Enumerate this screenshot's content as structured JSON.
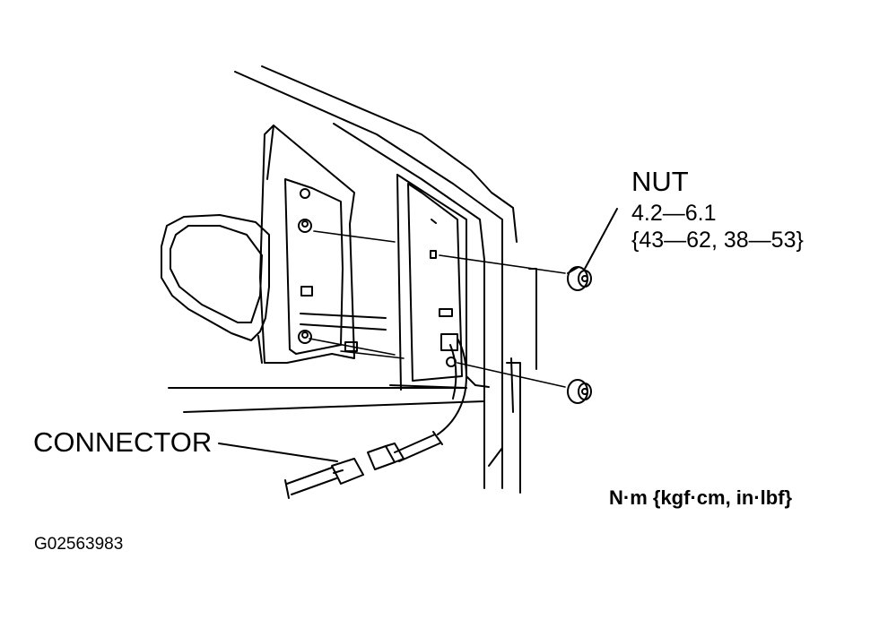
{
  "labels": {
    "nut": "NUT",
    "nut_torque_nm": "4.2—6.1",
    "nut_torque_alt": "{43—62, 38—53}",
    "connector": "CONNECTOR",
    "units": "N·m {kgf·cm, in·lbf}",
    "figure_code": "G02563983"
  },
  "colors": {
    "ink": "#000000",
    "paper": "#ffffff"
  }
}
